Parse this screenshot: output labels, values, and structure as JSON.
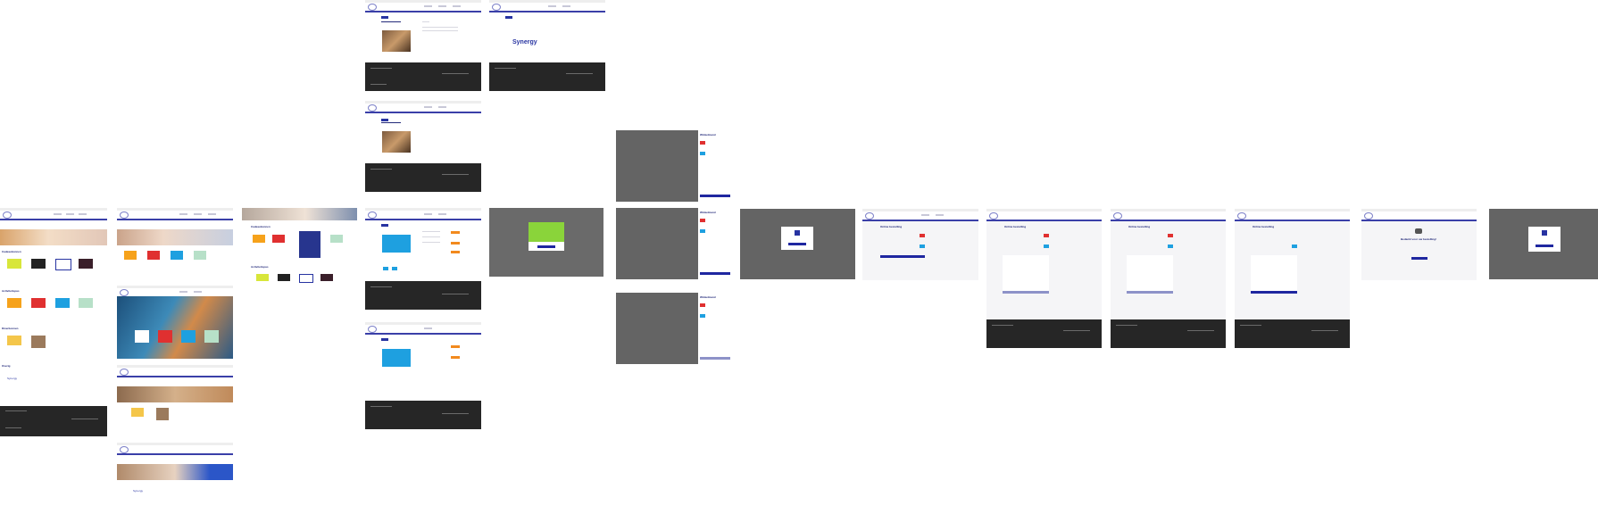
{
  "screens": {
    "frame_1": {
      "sections": [
        "Cadeaubonnen",
        "Activiteitspas",
        "Dinerbonnen",
        "Overig"
      ],
      "synergy_label": "Synergy"
    },
    "frame_14": {
      "synergy_label": "Synergy"
    },
    "frame_2": {
      "synergy_label": "Synergy"
    },
    "frame_3": {
      "section_a": "Cadeaubonnen",
      "section_b": "Activiteitspas"
    },
    "frame_5": {
      "title": "Synergy",
      "logo_word": "Synergy"
    },
    "frame_17": {
      "heading": "Bedankt voor uw bestelling!"
    },
    "frame_13": {
      "heading": "Online bestelling"
    },
    "frame_16": {
      "heading": "Online bestelling"
    },
    "frame_18": {
      "heading": "Online bestelling"
    },
    "frame_19": {
      "heading": "Online bestelling"
    },
    "frame_8": {
      "heading": "Winkelmand"
    },
    "frame_9": {
      "heading": "Winkelmand"
    },
    "frame_10": {
      "heading": "Winkelmand"
    }
  },
  "colors": {
    "brand_blue": "#2733a1",
    "navy_text": "#232a7a",
    "footer": "#262626",
    "accent_orange": "#f28a1e",
    "accent_lime": "#c8e030",
    "accent_cyan": "#1ea0e0",
    "accent_red": "#e03030"
  }
}
